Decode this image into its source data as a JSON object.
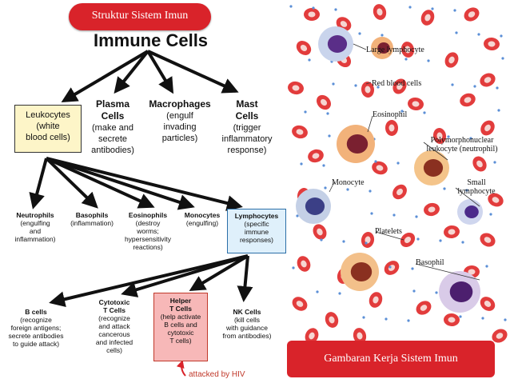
{
  "title_pill": "Struktur Sistem Imun",
  "main_title": "Immune Cells",
  "level1": [
    {
      "name": "Leukocytes",
      "desc": [
        "(white",
        "blood cells)"
      ]
    },
    {
      "name": "Plasma Cells",
      "desc": [
        "(make and",
        "secrete",
        "antibodies)"
      ]
    },
    {
      "name": "Macrophages",
      "desc": [
        "(engulf",
        "invading",
        "particles)"
      ]
    },
    {
      "name": "Mast Cells",
      "desc": [
        "(trigger",
        "inflammatory",
        "response)"
      ]
    }
  ],
  "level2": [
    {
      "name": "Neutrophils",
      "desc": [
        "(engulfing",
        "and",
        "inflammation)"
      ]
    },
    {
      "name": "Basophils",
      "desc": [
        "(inflammation)"
      ]
    },
    {
      "name": "Eosinophils",
      "desc": [
        "(destroy",
        "worms;",
        "hypersensitivity",
        "reactions)"
      ]
    },
    {
      "name": "Monocytes",
      "desc": [
        "(engulfing)"
      ]
    },
    {
      "name": "Lymphocytes",
      "desc": [
        "(specific",
        "immune",
        "responses)"
      ]
    }
  ],
  "level3": [
    {
      "name": "B cells",
      "desc": [
        "(recognize",
        "foreign antigens;",
        "secrete antibodies",
        "to guide attack)"
      ]
    },
    {
      "name": "Cytotoxic T Cells",
      "desc": [
        "(recognize",
        "and attack",
        "cancerous",
        "and infected",
        "cells)"
      ]
    },
    {
      "name": "Helper T Cells",
      "desc": [
        "(help activate",
        "B cells and",
        "cytotoxic",
        "T cells)"
      ]
    },
    {
      "name": "NK Cells",
      "desc": [
        "(kill cells",
        "with guidance",
        "from antibodies)"
      ]
    }
  ],
  "hiv_note": "attacked by HIV",
  "micro_labels": {
    "large_lymphocyte": "Large lymphocyte",
    "red_blood_cells": "Red blood cells",
    "eosinophil": "Eosinophil",
    "polymorphonuclear": "Polymorphonuclear leukocyte (neutrophil)",
    "monocyte": "Monocyte",
    "small_lymphocyte": "Small lymphocyte",
    "platelets": "Platelets",
    "basophil": "Basophil"
  },
  "caption": "Gambaran Kerja Sistem Imun",
  "colors": {
    "accent_red": "#d9232a",
    "leukocyte_box": "#fdf5c8",
    "lymphocyte_box": "#dff0fb",
    "helper_box": "#f7b8b8",
    "rbc": "#e23c3c"
  }
}
